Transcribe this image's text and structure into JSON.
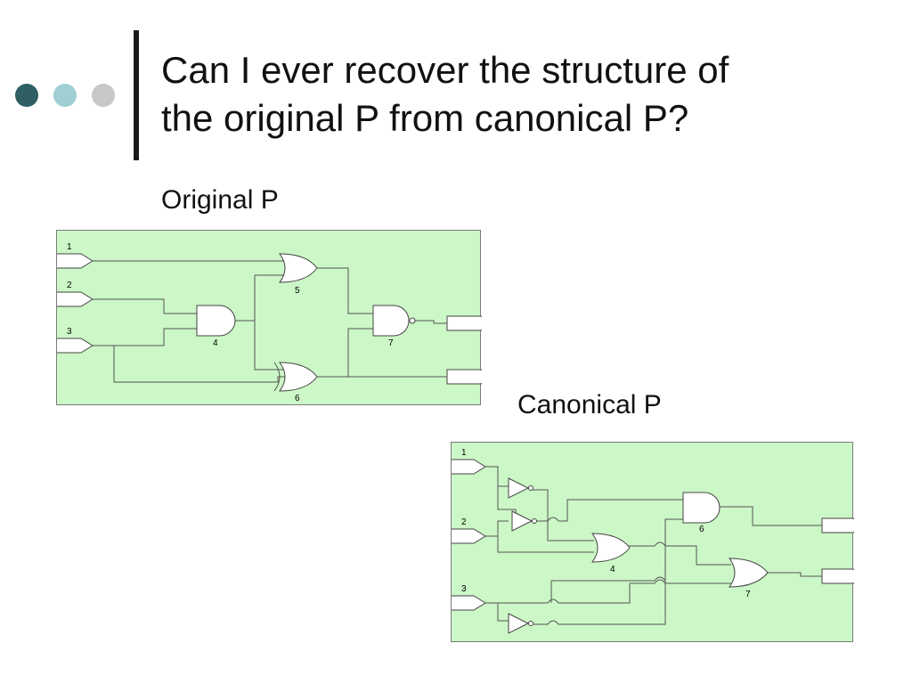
{
  "slide": {
    "title_line1": "Can I ever recover the structure of",
    "title_line2": "the original P from canonical P?",
    "bullet_colors": [
      "#2f5f63",
      "#9fcfd3",
      "#c8c8c8"
    ]
  },
  "diagrams": {
    "original": {
      "label": "Original P",
      "inputs": [
        "1",
        "2",
        "3"
      ],
      "gates": [
        {
          "id": "4",
          "kind": "and"
        },
        {
          "id": "5",
          "kind": "or"
        },
        {
          "id": "6",
          "kind": "xor"
        },
        {
          "id": "7",
          "kind": "nand"
        }
      ]
    },
    "canonical": {
      "label": "Canonical P",
      "inputs": [
        "1",
        "2",
        "3"
      ],
      "gates": [
        {
          "id": "4",
          "kind": "or"
        },
        {
          "id": "6",
          "kind": "and"
        },
        {
          "id": "7",
          "kind": "or"
        }
      ]
    }
  }
}
